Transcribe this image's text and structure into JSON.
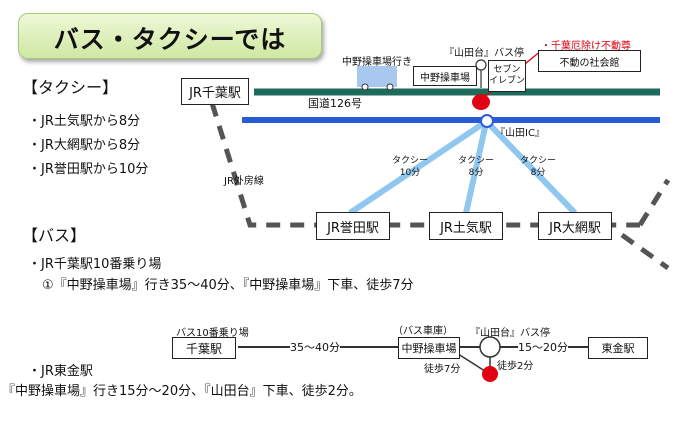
{
  "title": "バス・タクシーでは",
  "taxi": {
    "heading": "【タクシー】",
    "items": [
      "・JR土気駅から8分",
      "・JR大網駅から8分",
      "・JR誉田駅から10分"
    ]
  },
  "bus": {
    "heading": "【バス】",
    "chiba_line": "・JR千葉駅10番乗り場",
    "chiba_detail": "①『中野操車場』行き35～40分、『中野操車場』下車、徒歩7分",
    "togane_line": "・JR東金駅",
    "togane_detail": "『中野操車場』行き15分～20分、『山田台』下車、徒歩2分。"
  },
  "map": {
    "jr_chiba": "JR千葉駅",
    "bus_dest": "中野操車場行き",
    "nakano_depot": "中野操車場",
    "yamadadai_stop": "『山田台』バス停",
    "seven_eleven": "セブン\nイレブン",
    "kokudo": "国道126号",
    "yamada_ic": "『山田IC』",
    "sotobo": "JR外房線",
    "honda": "JR誉田駅",
    "toke": "JR土気駅",
    "oami": "JR大網駅",
    "taxi_honda": "タクシー\n10分",
    "taxi_toke": "タクシー\n8分",
    "taxi_oami": "タクシー\n8分",
    "dest_label": "・千葉厄除け不動尊",
    "dest_box": "不動の社会館"
  },
  "route": {
    "stop_label": "バス10番乗り場",
    "chiba": "千葉駅",
    "time1": "35～40分",
    "depot_note": "（バス車庫）",
    "depot": "中野操車場",
    "yamadadai": "『山田台』バス停",
    "time2": "15～20分",
    "togane": "東金駅",
    "walk7": "徒歩7分",
    "walk2": "徒歩2分"
  },
  "colors": {
    "kokudo": "#1e6b5c",
    "ic_road": "#2a5bd7",
    "taxi_route": "#8fc7ef",
    "destination": "#e00012",
    "bus_icon": "#a8c8f0"
  }
}
